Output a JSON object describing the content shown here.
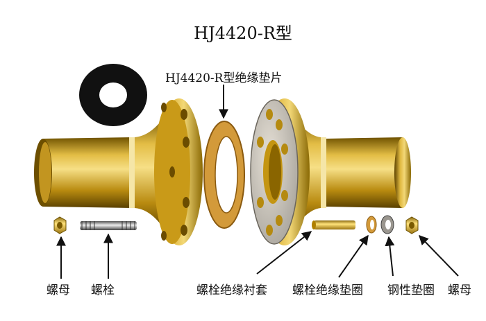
{
  "title": "HJ4420-R型",
  "gasket_label": "HJ4420-R型绝缘垫片",
  "labels": {
    "nut_left": "螺母",
    "bolt": "螺栓",
    "sleeve": "螺栓绝缘衬套",
    "insulating_washer": "螺栓绝缘垫圈",
    "steel_washer": "钢性垫圈",
    "nut_right": "螺母"
  },
  "colors": {
    "brass_dark": "#7a5a00",
    "brass_mid": "#c79a10",
    "brass_light": "#f2d26a",
    "gasket_black": "#111111",
    "gasket_orange": "#d39a3a"
  }
}
